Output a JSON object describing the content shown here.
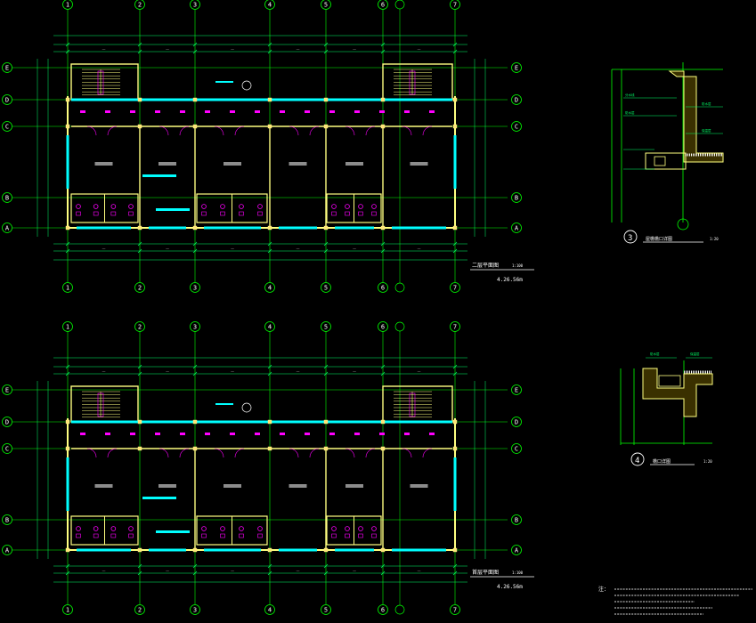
{
  "drawing": {
    "colors": {
      "background": "#000000",
      "grid": "#00ff00",
      "wall": "#ffff80",
      "wall_fill": "#ffe07a",
      "text": "#ffffff",
      "window": "#00ffff",
      "fixture": "#ff00ff",
      "dim": "#00ff66"
    },
    "top_plan": {
      "col_labels": [
        "1",
        "2",
        "3",
        "4",
        "5",
        "6",
        "7"
      ],
      "row_labels": [
        "E",
        "D",
        "C",
        "B",
        "A"
      ],
      "title": "二层平面图",
      "scale": "1:100",
      "level_note": "4.26.56m"
    },
    "bottom_plan": {
      "col_labels": [
        "1",
        "2",
        "3",
        "4",
        "5",
        "6",
        "7"
      ],
      "row_labels": [
        "E",
        "D",
        "C",
        "B",
        "A"
      ],
      "title": "首层平面图",
      "scale": "1:100",
      "level_note": "4.26.56m"
    },
    "detail_3": {
      "id": "3",
      "title": "屋檐檐口详图",
      "scale": "1:20"
    },
    "detail_4": {
      "id": "4",
      "title": "檐口详图",
      "scale": "1:20"
    },
    "notes_prefix": "注："
  }
}
